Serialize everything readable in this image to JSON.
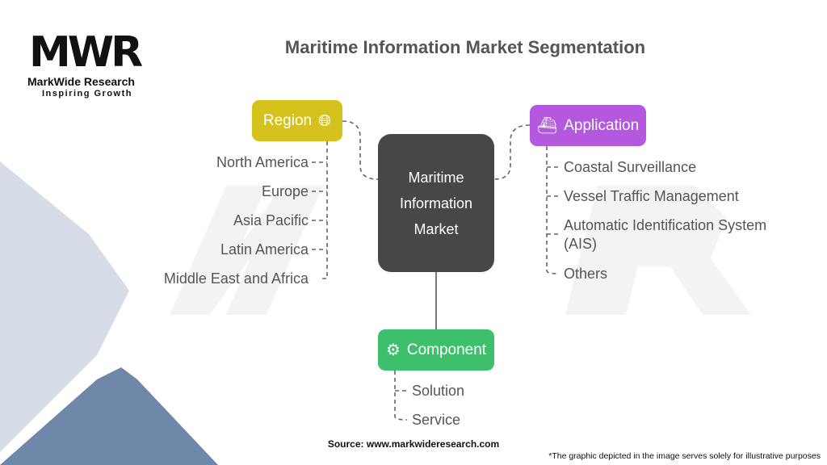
{
  "brand": {
    "name": "MarkWide Research",
    "tagline": "Inspiring Growth",
    "mark": "MWR"
  },
  "title": "Maritime Information Market Segmentation",
  "center": {
    "lines": [
      "Maritime",
      "Information",
      "Market"
    ]
  },
  "segments": {
    "region": {
      "label": "Region",
      "icon": "globe-icon",
      "color": "#d6c21c",
      "items": [
        "North America",
        "Europe",
        "Asia Pacific",
        "Latin America",
        "Middle East and Africa"
      ]
    },
    "application": {
      "label": "Application",
      "icon": "ship-radar-icon",
      "color": "#b458e0",
      "items": [
        "Coastal Surveillance",
        "Vessel Traffic Management",
        "Automatic Identification System",
        "(AIS)",
        "Others"
      ]
    },
    "component": {
      "label": "Component",
      "icon": "component-icon",
      "color": "#3ebf6c",
      "items": [
        "Solution",
        "Service"
      ]
    }
  },
  "footer": {
    "source": "Source: www.markwideresearch.com",
    "disclaimer": "*The graphic depicted in the image serves solely for illustrative purposes"
  }
}
